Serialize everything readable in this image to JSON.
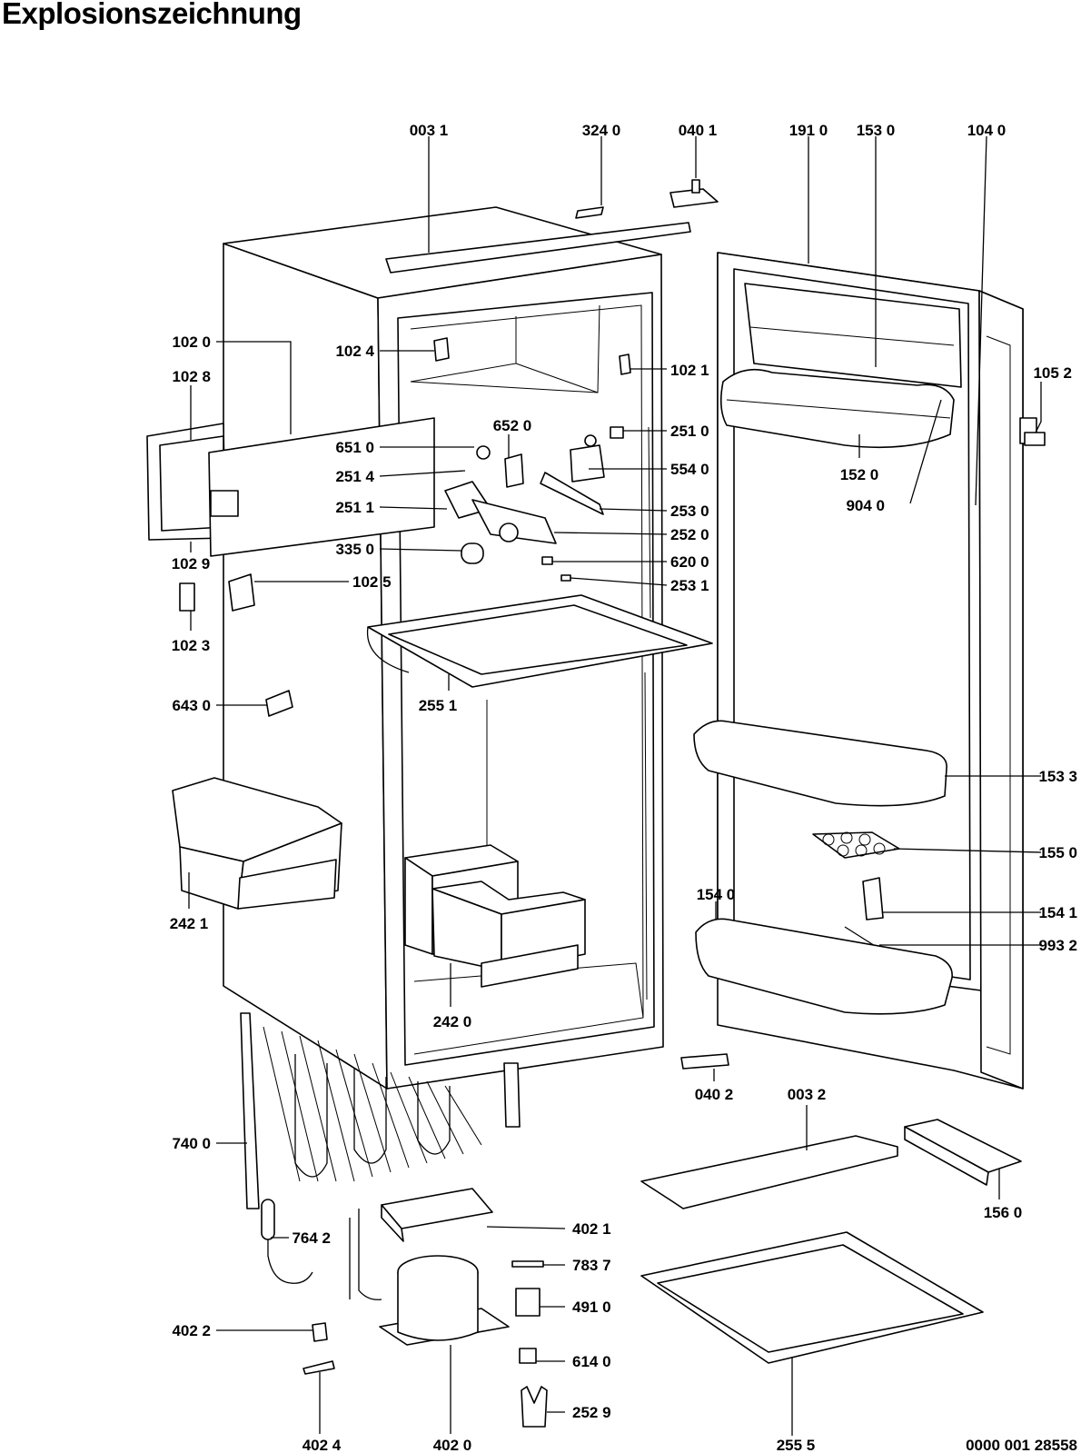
{
  "title": "Explosionszeichnung",
  "drawing_number": "0000 001 28558",
  "parts": {
    "p0031": "003 1",
    "p3240": "324 0",
    "p0401": "040 1",
    "p1910": "191 0",
    "p1530": "153 0",
    "p1040": "104 0",
    "p1020": "102 0",
    "p1024": "102 4",
    "p1021": "102 1",
    "p1052": "105 2",
    "p1028": "102 8",
    "p6520": "652 0",
    "p6510": "651 0",
    "p2510": "251 0",
    "p2514": "251 4",
    "p5540": "554 0",
    "p1520": "152 0",
    "p2511": "251 1",
    "p2530": "253 0",
    "p9040": "904 0",
    "p2520": "252 0",
    "p3350": "335 0",
    "p6200": "620 0",
    "p1029": "102 9",
    "p2531": "253 1",
    "p1025": "102 5",
    "p1023": "102 3",
    "p6430": "643 0",
    "p2551": "255 1",
    "p1533": "153 3",
    "p1550": "155 0",
    "p2421": "242 1",
    "p1540": "154 0",
    "p1541": "154 1",
    "p9932": "993 2",
    "p2420": "242 0",
    "p0402": "040 2",
    "p0032": "003 2",
    "p7400": "740 0",
    "p1560": "156 0",
    "p4021": "402 1",
    "p7642": "764 2",
    "p7837": "783 7",
    "p4910": "491 0",
    "p4022": "402 2",
    "p6140": "614 0",
    "p2529": "252 9",
    "p4024": "402 4",
    "p4020": "402 0",
    "p2555": "255 5"
  }
}
